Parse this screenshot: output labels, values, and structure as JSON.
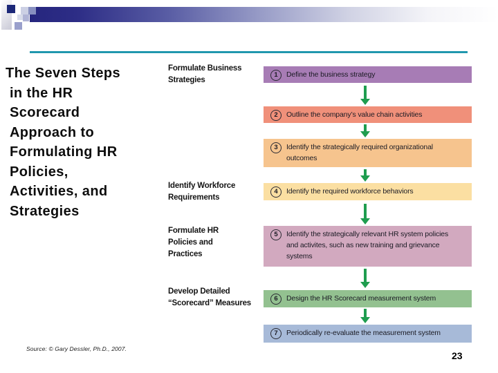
{
  "page": {
    "source_note": "Source: © Gary Dessler, Ph.D., 2007.",
    "page_number": "23"
  },
  "title": {
    "text": "The Seven Steps\n in the HR\n Scorecard\n Approach to\n Formulating HR\n Policies,\n Activities, and\n Strategies"
  },
  "left_labels": [
    {
      "text": "Formulate Business\nStrategies"
    },
    {
      "text": "Identify Workforce\nRequirements"
    },
    {
      "text": "Formulate HR\nPolicies and\nPractices"
    },
    {
      "text": "Develop Detailed\n“Scorecard” Measures"
    }
  ],
  "steps": [
    {
      "number": "1",
      "text": "Define the business strategy",
      "color": "#a77cb5"
    },
    {
      "number": "2",
      "text": "Outline the company’s value chain activities",
      "color": "#f0907a"
    },
    {
      "number": "3",
      "text": "Identify the strategically required organizational\noutcomes",
      "color": "#f6c48e"
    },
    {
      "number": "4",
      "text": "Identify the required workforce behaviors",
      "color": "#fbdfa2"
    },
    {
      "number": "5",
      "text": "Identify the strategically relevant HR system policies\nand activites, such as new training and grievance\nsystems",
      "color": "#d2a9bf"
    },
    {
      "number": "6",
      "text": "Design the HR Scorecard measurement system",
      "color": "#93c190"
    },
    {
      "number": "7",
      "text": "Periodically re-evaluate the measurement system",
      "color": "#a7bad8"
    }
  ],
  "colors": {
    "arrow_green": "#1f9d4f",
    "underline_teal": "#2097ae",
    "header_navy": "#26267e",
    "step_text": "#1b1b24",
    "title_black": "#0d0d0d"
  }
}
